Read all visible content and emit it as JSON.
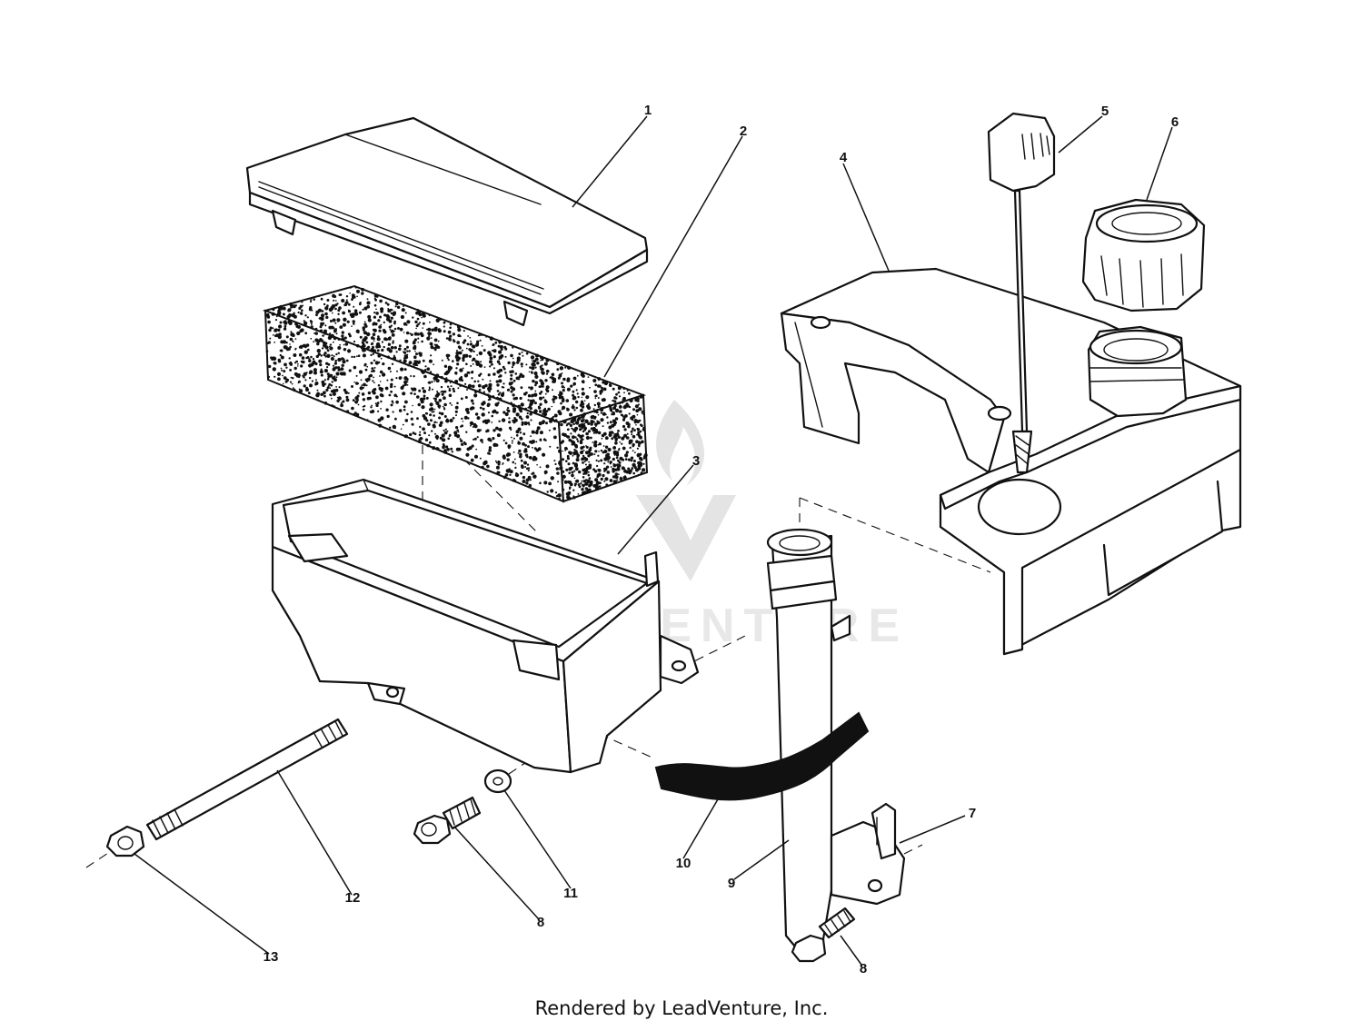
{
  "callouts": [
    {
      "id": "1",
      "label": "1"
    },
    {
      "id": "2",
      "label": "2"
    },
    {
      "id": "3",
      "label": "3"
    },
    {
      "id": "4",
      "label": "4"
    },
    {
      "id": "5",
      "label": "5"
    },
    {
      "id": "6",
      "label": "6"
    },
    {
      "id": "7",
      "label": "7"
    },
    {
      "id": "8a",
      "label": "8"
    },
    {
      "id": "8b",
      "label": "8"
    },
    {
      "id": "9",
      "label": "9"
    },
    {
      "id": "10",
      "label": "10"
    },
    {
      "id": "11",
      "label": "11"
    },
    {
      "id": "12",
      "label": "12"
    },
    {
      "id": "13",
      "label": "13"
    }
  ],
  "watermark": {
    "text": "LEADVENTURE"
  },
  "footer": {
    "text": "Rendered by LeadVenture, Inc."
  }
}
